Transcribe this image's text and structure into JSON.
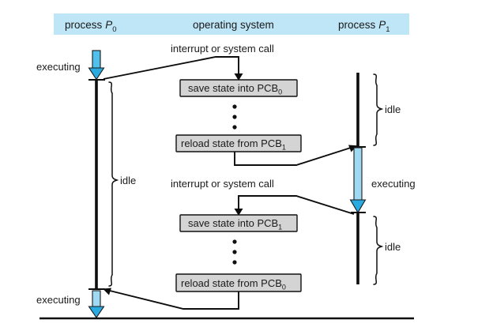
{
  "figure": {
    "title": "CPU switch from process to process (context switch) diagram",
    "background_color": "#ffffff",
    "header_band_color": "#bfe6f7",
    "box_fill_color": "#d4d4d4",
    "arrow_accent_color": "#29ABE2"
  },
  "header": {
    "columns": [
      {
        "label": "process",
        "italic_symbol": "P",
        "subscript": "0",
        "name": "process-p0"
      },
      {
        "label": "operating system",
        "italic_symbol": "",
        "subscript": "",
        "name": "operating-system"
      },
      {
        "label": "process",
        "italic_symbol": "P",
        "subscript": "1",
        "name": "process-p1"
      }
    ]
  },
  "events": [
    {
      "id": "event-1",
      "label": "interrupt or system call"
    },
    {
      "id": "event-2",
      "label": "interrupt or system call"
    }
  ],
  "boxes": [
    {
      "id": "box-save-pcb0",
      "text": "save state into PCB",
      "subscript": "0"
    },
    {
      "id": "box-reload-pcb1",
      "text": "reload state from PCB",
      "subscript": "1"
    },
    {
      "id": "box-save-pcb1",
      "text": "save state into PCB",
      "subscript": "1"
    },
    {
      "id": "box-reload-pcb0",
      "text": "reload state from PCB",
      "subscript": "0"
    }
  ],
  "state_labels": {
    "p0_executing_top": "executing",
    "p0_idle": "idle",
    "p0_executing_bottom": "executing",
    "p1_idle_top": "idle",
    "p1_executing": "executing",
    "p1_idle_bottom": "idle"
  },
  "ellipsis": {
    "glyph": "•",
    "count": 3
  }
}
